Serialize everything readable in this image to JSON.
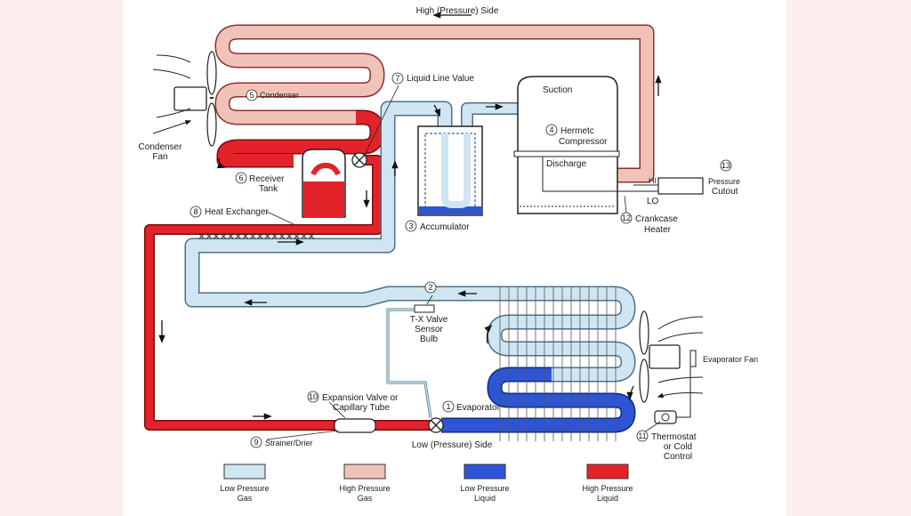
{
  "title": "High (Pressure) Side",
  "bottom_side_label": "Low (Pressure) Side",
  "components": {
    "condenser": {
      "num": "5",
      "label": "Condenser"
    },
    "condenser_fan": {
      "line1": "Condenser",
      "line2": "Fan"
    },
    "receiver": {
      "num": "6",
      "line1": "Receiver",
      "line2": "Tank"
    },
    "liquid_line_valve": {
      "num": "7",
      "label": "Liquid Line Value"
    },
    "accumulator": {
      "num": "3",
      "label": "Accumulator"
    },
    "suction": {
      "label": "Suction"
    },
    "compressor": {
      "num": "4",
      "line1": "Hermetc",
      "line2": "Compressor"
    },
    "discharge": {
      "label": "Discharge"
    },
    "hi": {
      "label": "HI"
    },
    "lo": {
      "label": "LO"
    },
    "pressure_cutout": {
      "num": "13",
      "line1": "Pressure",
      "line2": "Cutout"
    },
    "crankcase_heater": {
      "num": "12",
      "line1": "Crankcase",
      "line2": "Heater"
    },
    "heat_exchanger": {
      "num": "8",
      "label": "Heat Exchanger"
    },
    "tx_valve_bulb": {
      "num": "2",
      "line1": "T-X Valve",
      "line2": "Sensor",
      "line3": "Bulb"
    },
    "evaporator_fan": {
      "label": "Evaporator Fan"
    },
    "expansion_valve": {
      "num": "10",
      "line1": "Expansion Valve or",
      "line2": "Capillary Tube"
    },
    "evaporator": {
      "num": "1",
      "label": "Evaporator"
    },
    "strainer": {
      "num": "9",
      "label": "Strainer/Drier"
    },
    "thermostat": {
      "num": "11",
      "line1": "Thermostat",
      "line2": "or Cold",
      "line3": "Control"
    }
  },
  "legend": [
    {
      "line1": "Low Pressure",
      "line2": "Gas",
      "color": "#cfe6f2"
    },
    {
      "line1": "High Pressure",
      "line2": "Gas",
      "color": "#f1c2b8"
    },
    {
      "line1": "Low Pressure",
      "line2": "Liquid",
      "color": "#2d55d6"
    },
    {
      "line1": "High Pressure",
      "line2": "Liquid",
      "color": "#e3232a"
    }
  ]
}
